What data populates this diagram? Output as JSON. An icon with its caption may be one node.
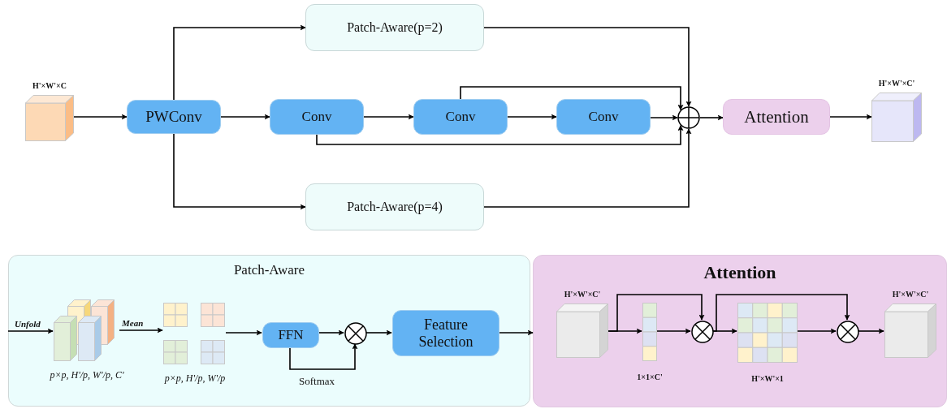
{
  "diagram": {
    "nodes": [
      {
        "text": [
          "H'×W'×C"
        ]
      },
      {
        "text": [
          "PWConv"
        ]
      },
      {
        "text": [
          "Patch-Aware(p=2)"
        ]
      },
      {
        "text": [
          "Conv"
        ]
      },
      {
        "text": [
          "Conv"
        ]
      },
      {
        "text": [
          "Conv"
        ]
      },
      {
        "text": [
          "Patch-Aware(p=4)"
        ]
      },
      {
        "text": [],
        "shape": "circle"
      },
      {
        "text": [
          "Attention"
        ]
      },
      {
        "text": [
          "H'×W'×C'"
        ]
      },
      {
        "text": [
          "Patch-Aware"
        ]
      },
      {
        "text": [],
        "shape": "cube",
        "in": 10,
        "beside": [
          "p×p, H'/p, W'/p, C'"
        ]
      },
      {
        "text": [],
        "shape": "grid",
        "in": 10,
        "beside": [
          "p×p, H'/p, W'/p"
        ]
      },
      {
        "text": [
          "FFN"
        ],
        "in": 10
      },
      {
        "text": [],
        "shape": "circle",
        "in": 10
      },
      {
        "text": [
          "Feature Selection"
        ],
        "in": 10
      },
      {
        "text": [
          "Attention"
        ]
      },
      {
        "text": [
          "H'×W'×C'"
        ],
        "in": 16
      },
      {
        "text": [],
        "shape": "bar",
        "in": 16,
        "beside": [
          "1×1×C'"
        ]
      },
      {
        "text": [],
        "shape": "circle",
        "in": 16
      },
      {
        "text": [],
        "shape": "grid",
        "in": 16,
        "beside": [
          "H'×W'×1"
        ]
      },
      {
        "text": [],
        "shape": "circle",
        "in": 16
      },
      {
        "text": [
          "H'×W'×C'"
        ],
        "in": 16
      }
    ],
    "edges": [
      {
        "from": 0,
        "to": 1,
        "arrow": "to"
      },
      {
        "from": 1,
        "to": 2,
        "arrow": "to"
      },
      {
        "from": 1,
        "to": 3,
        "arrow": "to"
      },
      {
        "from": 1,
        "to": 6,
        "arrow": "to"
      },
      {
        "from": 3,
        "to": 4,
        "arrow": "to"
      },
      {
        "from": 4,
        "to": 5,
        "arrow": "to"
      },
      {
        "from": 5,
        "to": 7,
        "arrow": "to"
      },
      {
        "from": 2,
        "to": 7,
        "arrow": "to"
      },
      {
        "from": 6,
        "to": 7,
        "arrow": "to"
      },
      {
        "from": 3,
        "to": 7,
        "arrow": "to"
      },
      {
        "from": 4,
        "to": 7,
        "arrow": "to"
      },
      {
        "from": 7,
        "to": 8,
        "arrow": "to"
      },
      {
        "from": 8,
        "to": 9,
        "arrow": "to"
      },
      {
        "from": null,
        "to": 11,
        "arrow": "to",
        "label": "Unfold"
      },
      {
        "from": 11,
        "to": 12,
        "arrow": "to",
        "label": "Mean"
      },
      {
        "from": 12,
        "to": 13,
        "arrow": "to"
      },
      {
        "from": 13,
        "to": 14,
        "arrow": "to"
      },
      {
        "from": 13,
        "to": 14,
        "arrow": "to",
        "label": "Softmax"
      },
      {
        "from": 14,
        "to": 15,
        "arrow": "to"
      },
      {
        "from": 15,
        "to": 16,
        "arrow": "to"
      },
      {
        "from": 17,
        "to": 18,
        "arrow": "to"
      },
      {
        "from": 17,
        "to": 19,
        "arrow": "to"
      },
      {
        "from": 18,
        "to": 19,
        "arrow": "to"
      },
      {
        "from": 19,
        "to": 20,
        "arrow": "to"
      },
      {
        "from": 19,
        "to": 21,
        "arrow": "to"
      },
      {
        "from": 20,
        "to": 21,
        "arrow": "to"
      },
      {
        "from": 21,
        "to": 22,
        "arrow": "to"
      }
    ]
  }
}
